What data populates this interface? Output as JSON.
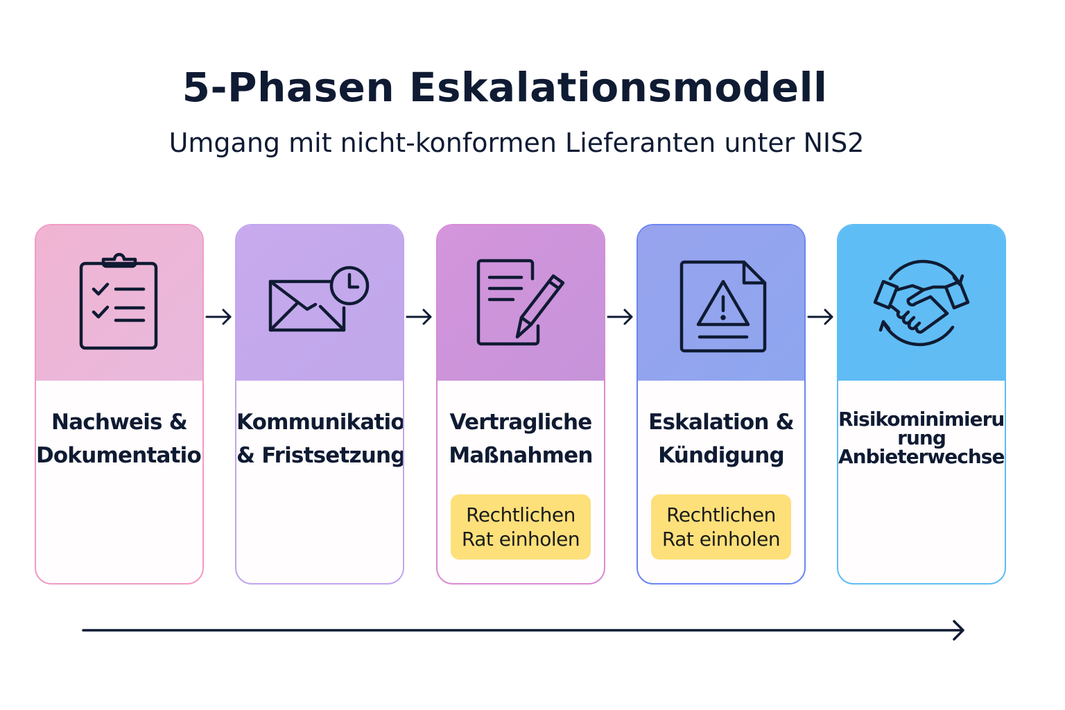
{
  "header": {
    "title": "5-Phasen Eskalationsmodell",
    "subtitle": "Umgang mit nicht-konformen Lieferanten unter NIS2"
  },
  "phases": [
    {
      "title_line1": "Nachweis &",
      "title_line2": "Dokumentation",
      "icon": "clipboard-checklist-icon",
      "color_top": "#f0b6d2",
      "color_border": "#f19bc5"
    },
    {
      "title_line1": "Kommunikation",
      "title_line2": "& Fristsetzung",
      "icon": "envelope-clock-icon",
      "color_top": "#c6aaee",
      "color_border": "#c3a5ee"
    },
    {
      "title_line1": "Vertragliche",
      "title_line2": "Maßnahmen",
      "icon": "document-pen-icon",
      "color_top": "#cf95dc",
      "color_border": "#d88bd5",
      "badge": "Rechtlichen Rat einholen",
      "badge_line1": "Rechtlichen",
      "badge_line2": "Rat einholen"
    },
    {
      "title_line1": "Eskalation &",
      "title_line2": "Kündigung",
      "icon": "document-warning-icon",
      "color_top": "#93a4ee",
      "color_border": "#6c86f0",
      "badge": "Rechtlichen Rat einholen",
      "badge_line1": "Rechtlichen",
      "badge_line2": "Rat einholen"
    },
    {
      "title_line1": "Risikominimieru-",
      "title_line2": "rung",
      "title_line3": "Anbieterwechsel",
      "icon": "handshake-cycle-icon",
      "color_top": "#5fbdf5",
      "color_border": "#5fbdf5"
    }
  ]
}
